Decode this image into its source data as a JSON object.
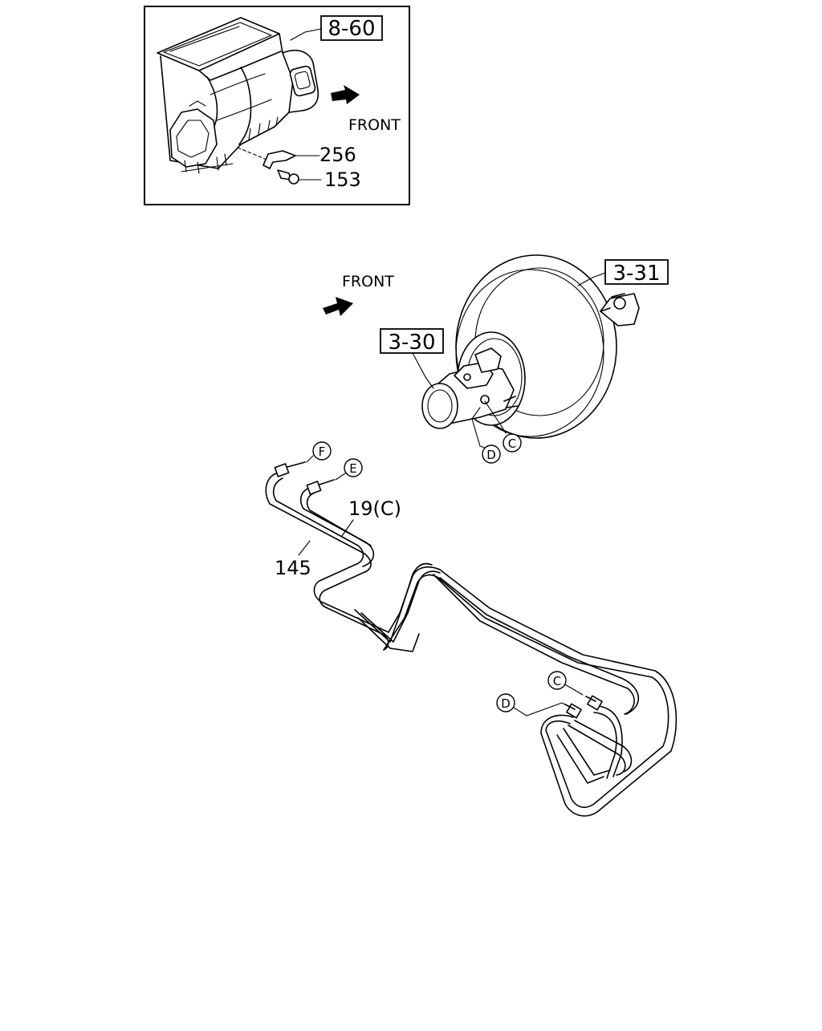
{
  "inset": {
    "ref_box": "8-60",
    "front_label": "FRONT",
    "parts": {
      "bracket": "256",
      "bolt": "153"
    }
  },
  "main": {
    "front_label": "FRONT",
    "ref_boxes": {
      "booster": "3-31",
      "master_cylinder": "3-30"
    },
    "parts": {
      "pipe_long": "145",
      "pipe_short": "19(C)"
    },
    "connectors": {
      "top_f": "F",
      "top_e": "E",
      "mc_c": "C",
      "mc_d": "D",
      "end_c": "C",
      "end_d": "D"
    }
  }
}
